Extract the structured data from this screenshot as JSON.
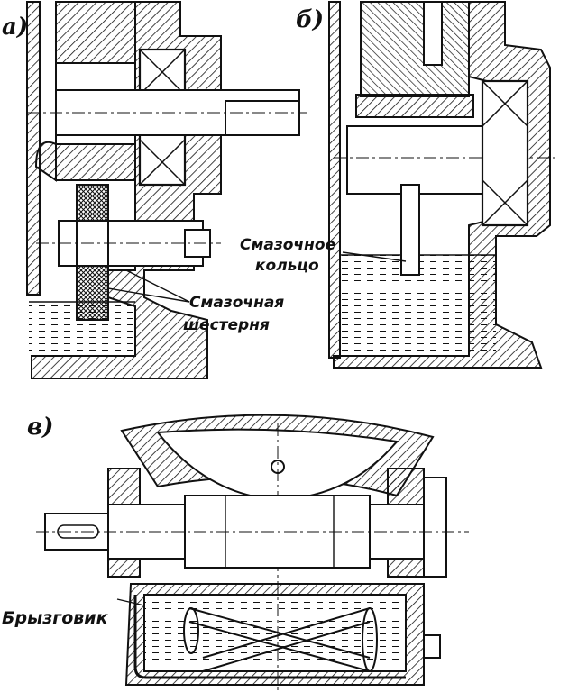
{
  "figure": {
    "panels": [
      {
        "id": "a",
        "label": "а)"
      },
      {
        "id": "b",
        "label": "б)"
      },
      {
        "id": "v",
        "label": "в)"
      }
    ],
    "callouts": {
      "lube_gear_line1": "Смазочная",
      "lube_gear_line2": "шестерня",
      "lube_ring_line1": "Смазочное",
      "lube_ring_line2": "кольцо",
      "splash_guard": "Брызговик"
    }
  }
}
